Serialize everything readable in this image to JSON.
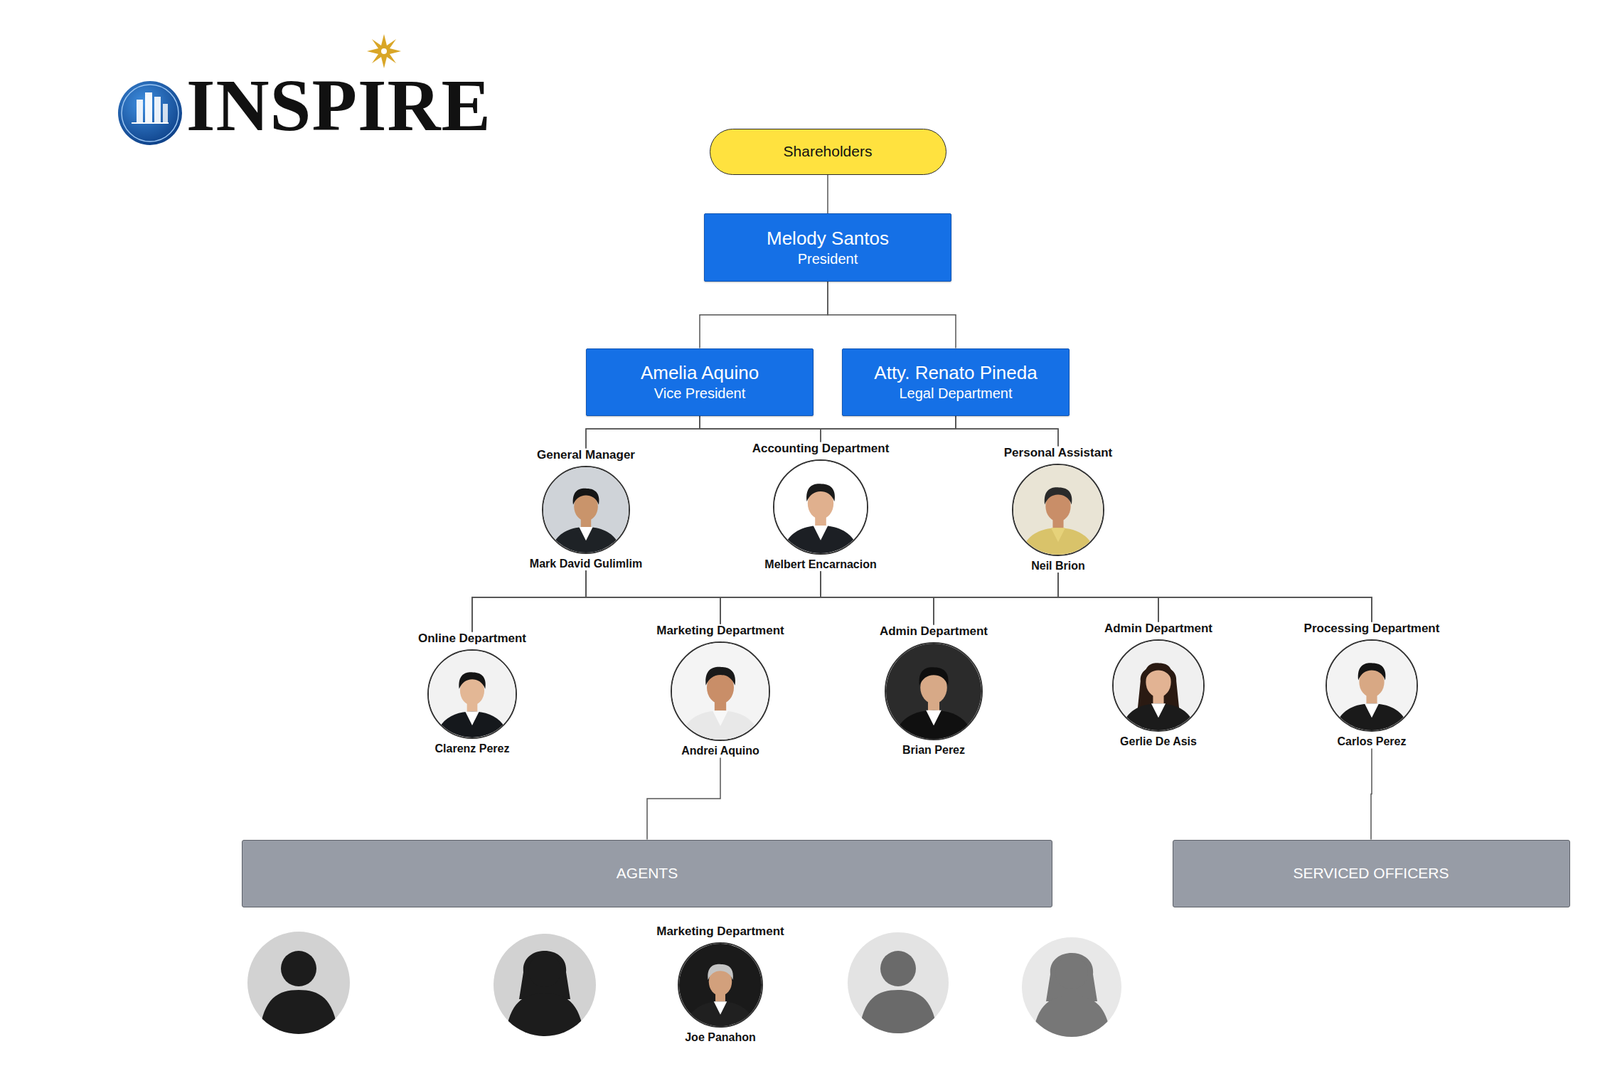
{
  "diagram": {
    "nodes": [
      {
        "text": [
          "Shareholders"
        ]
      },
      {
        "text": [
          "Melody Santos",
          "President"
        ]
      },
      {
        "text": [
          "Amelia Aquino",
          "Vice President"
        ]
      },
      {
        "text": [
          "Atty. Renato Pineda",
          "Legal Department"
        ]
      },
      {
        "text": [
          "General Manager",
          "Mark David Gulimlim"
        ]
      },
      {
        "text": [
          "Accounting Department",
          "Melbert Encarnacion"
        ]
      },
      {
        "text": [
          "Personal Assistant",
          "Neil Brion"
        ]
      },
      {
        "text": [
          "Online Department",
          "Clarenz Perez"
        ]
      },
      {
        "text": [
          "Marketing Department",
          "Andrei Aquino"
        ]
      },
      {
        "text": [
          "Admin Department",
          "Brian Perez"
        ]
      },
      {
        "text": [
          "Admin Department",
          "Gerlie De Asis"
        ]
      },
      {
        "text": [
          "Processing Department",
          "Carlos Perez"
        ]
      },
      {
        "text": [
          "AGENTS"
        ]
      },
      {
        "text": [
          "SERVICED OFFICERS"
        ]
      },
      {
        "text": [
          "Marketing Department",
          "Joe Panahon"
        ]
      }
    ],
    "edges": [
      {
        "from": 0,
        "to": 1,
        "arrow": "none"
      },
      {
        "from": 1,
        "to": 2,
        "arrow": "none"
      },
      {
        "from": 1,
        "to": 3,
        "arrow": "none"
      },
      {
        "from": 2,
        "to": 4,
        "arrow": "none"
      },
      {
        "from": 2,
        "to": 5,
        "arrow": "none"
      },
      {
        "from": 2,
        "to": 6,
        "arrow": "none"
      },
      {
        "from": 3,
        "to": 4,
        "arrow": "none"
      },
      {
        "from": 3,
        "to": 5,
        "arrow": "none"
      },
      {
        "from": 3,
        "to": 6,
        "arrow": "none"
      },
      {
        "from": 4,
        "to": 7,
        "arrow": "none"
      },
      {
        "from": 4,
        "to": 8,
        "arrow": "none"
      },
      {
        "from": 4,
        "to": 9,
        "arrow": "none"
      },
      {
        "from": 4,
        "to": 10,
        "arrow": "none"
      },
      {
        "from": 4,
        "to": 11,
        "arrow": "none"
      },
      {
        "from": 5,
        "to": 7,
        "arrow": "none"
      },
      {
        "from": 5,
        "to": 8,
        "arrow": "none"
      },
      {
        "from": 5,
        "to": 9,
        "arrow": "none"
      },
      {
        "from": 5,
        "to": 10,
        "arrow": "none"
      },
      {
        "from": 5,
        "to": 11,
        "arrow": "none"
      },
      {
        "from": 6,
        "to": 7,
        "arrow": "none"
      },
      {
        "from": 6,
        "to": 8,
        "arrow": "none"
      },
      {
        "from": 6,
        "to": 9,
        "arrow": "none"
      },
      {
        "from": 6,
        "to": 10,
        "arrow": "none"
      },
      {
        "from": 6,
        "to": 11,
        "arrow": "none"
      },
      {
        "from": 8,
        "to": 12,
        "arrow": "none"
      },
      {
        "from": 11,
        "to": 13,
        "arrow": "none"
      }
    ],
    "labels": [
      "INSPIRE"
    ]
  }
}
